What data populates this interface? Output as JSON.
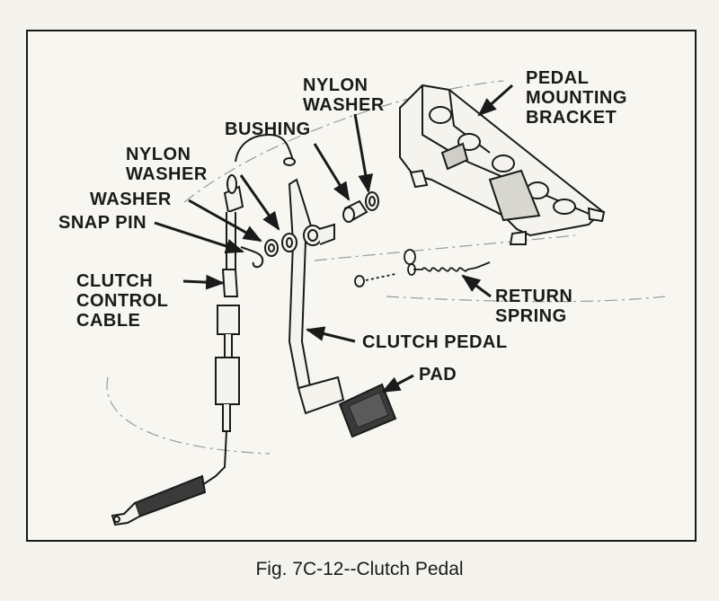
{
  "figure": {
    "caption": "Fig. 7C-12--Clutch Pedal"
  },
  "labels": {
    "nylon_washer_top": [
      "NYLON",
      "WASHER"
    ],
    "pedal_mounting_bracket": [
      "PEDAL",
      "MOUNTING",
      "BRACKET"
    ],
    "bushing": "BUSHING",
    "nylon_washer_left": [
      "NYLON",
      "WASHER"
    ],
    "washer": "WASHER",
    "snap_pin": "SNAP PIN",
    "clutch_control_cable": [
      "CLUTCH",
      "CONTROL",
      "CABLE"
    ],
    "return_spring": [
      "RETURN",
      "SPRING"
    ],
    "clutch_pedal": "CLUTCH PEDAL",
    "pad": "PAD"
  }
}
